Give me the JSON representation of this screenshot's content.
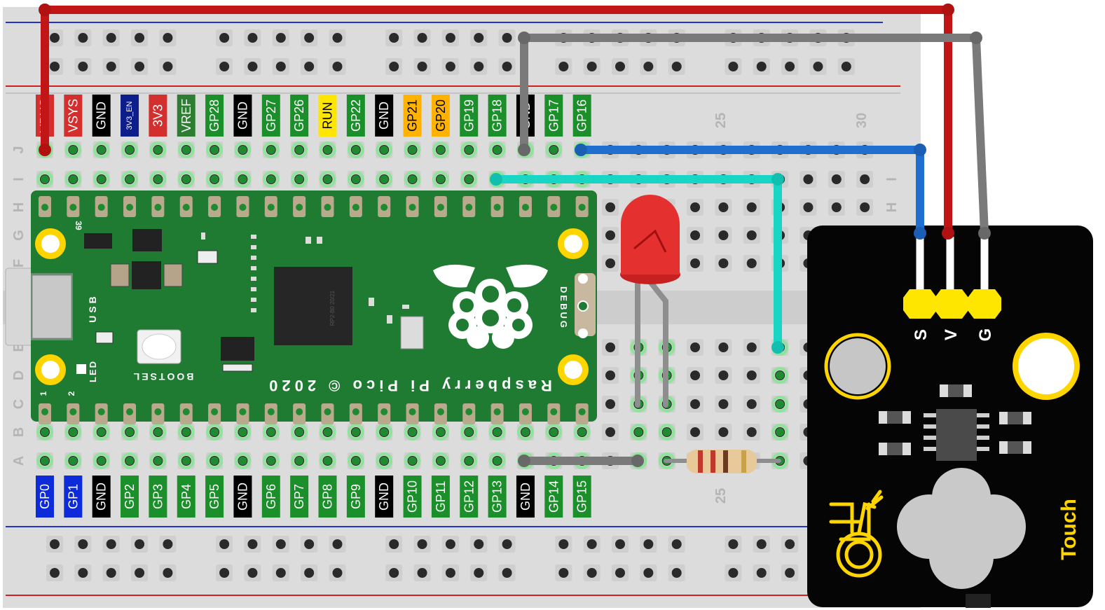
{
  "breadboard": {
    "column_number_top_a": "25",
    "column_number_top_b": "30",
    "column_number_bottom": "25",
    "row_labels": [
      "J",
      "I",
      "H",
      "G",
      "F",
      "E",
      "D",
      "C",
      "B",
      "A"
    ]
  },
  "pico": {
    "top_pins": [
      "VBUS",
      "VSYS",
      "GND",
      "3V3_EN",
      "3V3",
      "VREF",
      "GP28",
      "GND",
      "GP27",
      "GP26",
      "RUN",
      "GP22",
      "GND",
      "GP21",
      "GP20",
      "GP19",
      "GP18",
      "GND",
      "GP17",
      "GP16"
    ],
    "top_colors": [
      "#d32f2f",
      "#d32f2f",
      "#000000",
      "#0d1e8c",
      "#d32f2f",
      "#2e7d32",
      "#1a8f2a",
      "#000000",
      "#1a8f2a",
      "#1a8f2a",
      "#ffe600",
      "#1a8f2a",
      "#000000",
      "#ffb300",
      "#ffb300",
      "#1a8f2a",
      "#1a8f2a",
      "#000000",
      "#1a8f2a",
      "#1a8f2a"
    ],
    "bottom_pins": [
      "GP0",
      "GP1",
      "GND",
      "GP2",
      "GP3",
      "GP4",
      "GP5",
      "GND",
      "GP6",
      "GP7",
      "GP8",
      "GP9",
      "GND",
      "GP10",
      "GP11",
      "GP12",
      "GP13",
      "GND",
      "GP14",
      "GP15"
    ],
    "bottom_colors": [
      "#0d2bd8",
      "#0d2bd8",
      "#000000",
      "#1a8f2a",
      "#1a8f2a",
      "#1a8f2a",
      "#1a8f2a",
      "#000000",
      "#1a8f2a",
      "#1a8f2a",
      "#1a8f2a",
      "#1a8f2a",
      "#000000",
      "#1a8f2a",
      "#1a8f2a",
      "#1a8f2a",
      "#1a8f2a",
      "#000000",
      "#1a8f2a",
      "#1a8f2a"
    ],
    "brand_text": "Raspberry Pi Pico © 2020",
    "bootsel_label": "BOOTSEL",
    "usb_label": "USB",
    "debug_label": "DEBUG",
    "led_label": "LED",
    "pin_39": "39",
    "pin_1": "1",
    "pin_2": "2",
    "chip_text": "RP2-B0 20/21"
  },
  "touch_module": {
    "pin_labels": [
      "S",
      "V",
      "G"
    ],
    "title": "Touch",
    "accent_color": "#ffd500"
  },
  "colors": {
    "wire_red": "#c21616",
    "wire_grey": "#7a7a7a",
    "wire_blue": "#1e6fd0",
    "wire_cyan": "#19d6c4",
    "pcb_green": "#1f7a32",
    "led_red": "#e53030"
  }
}
